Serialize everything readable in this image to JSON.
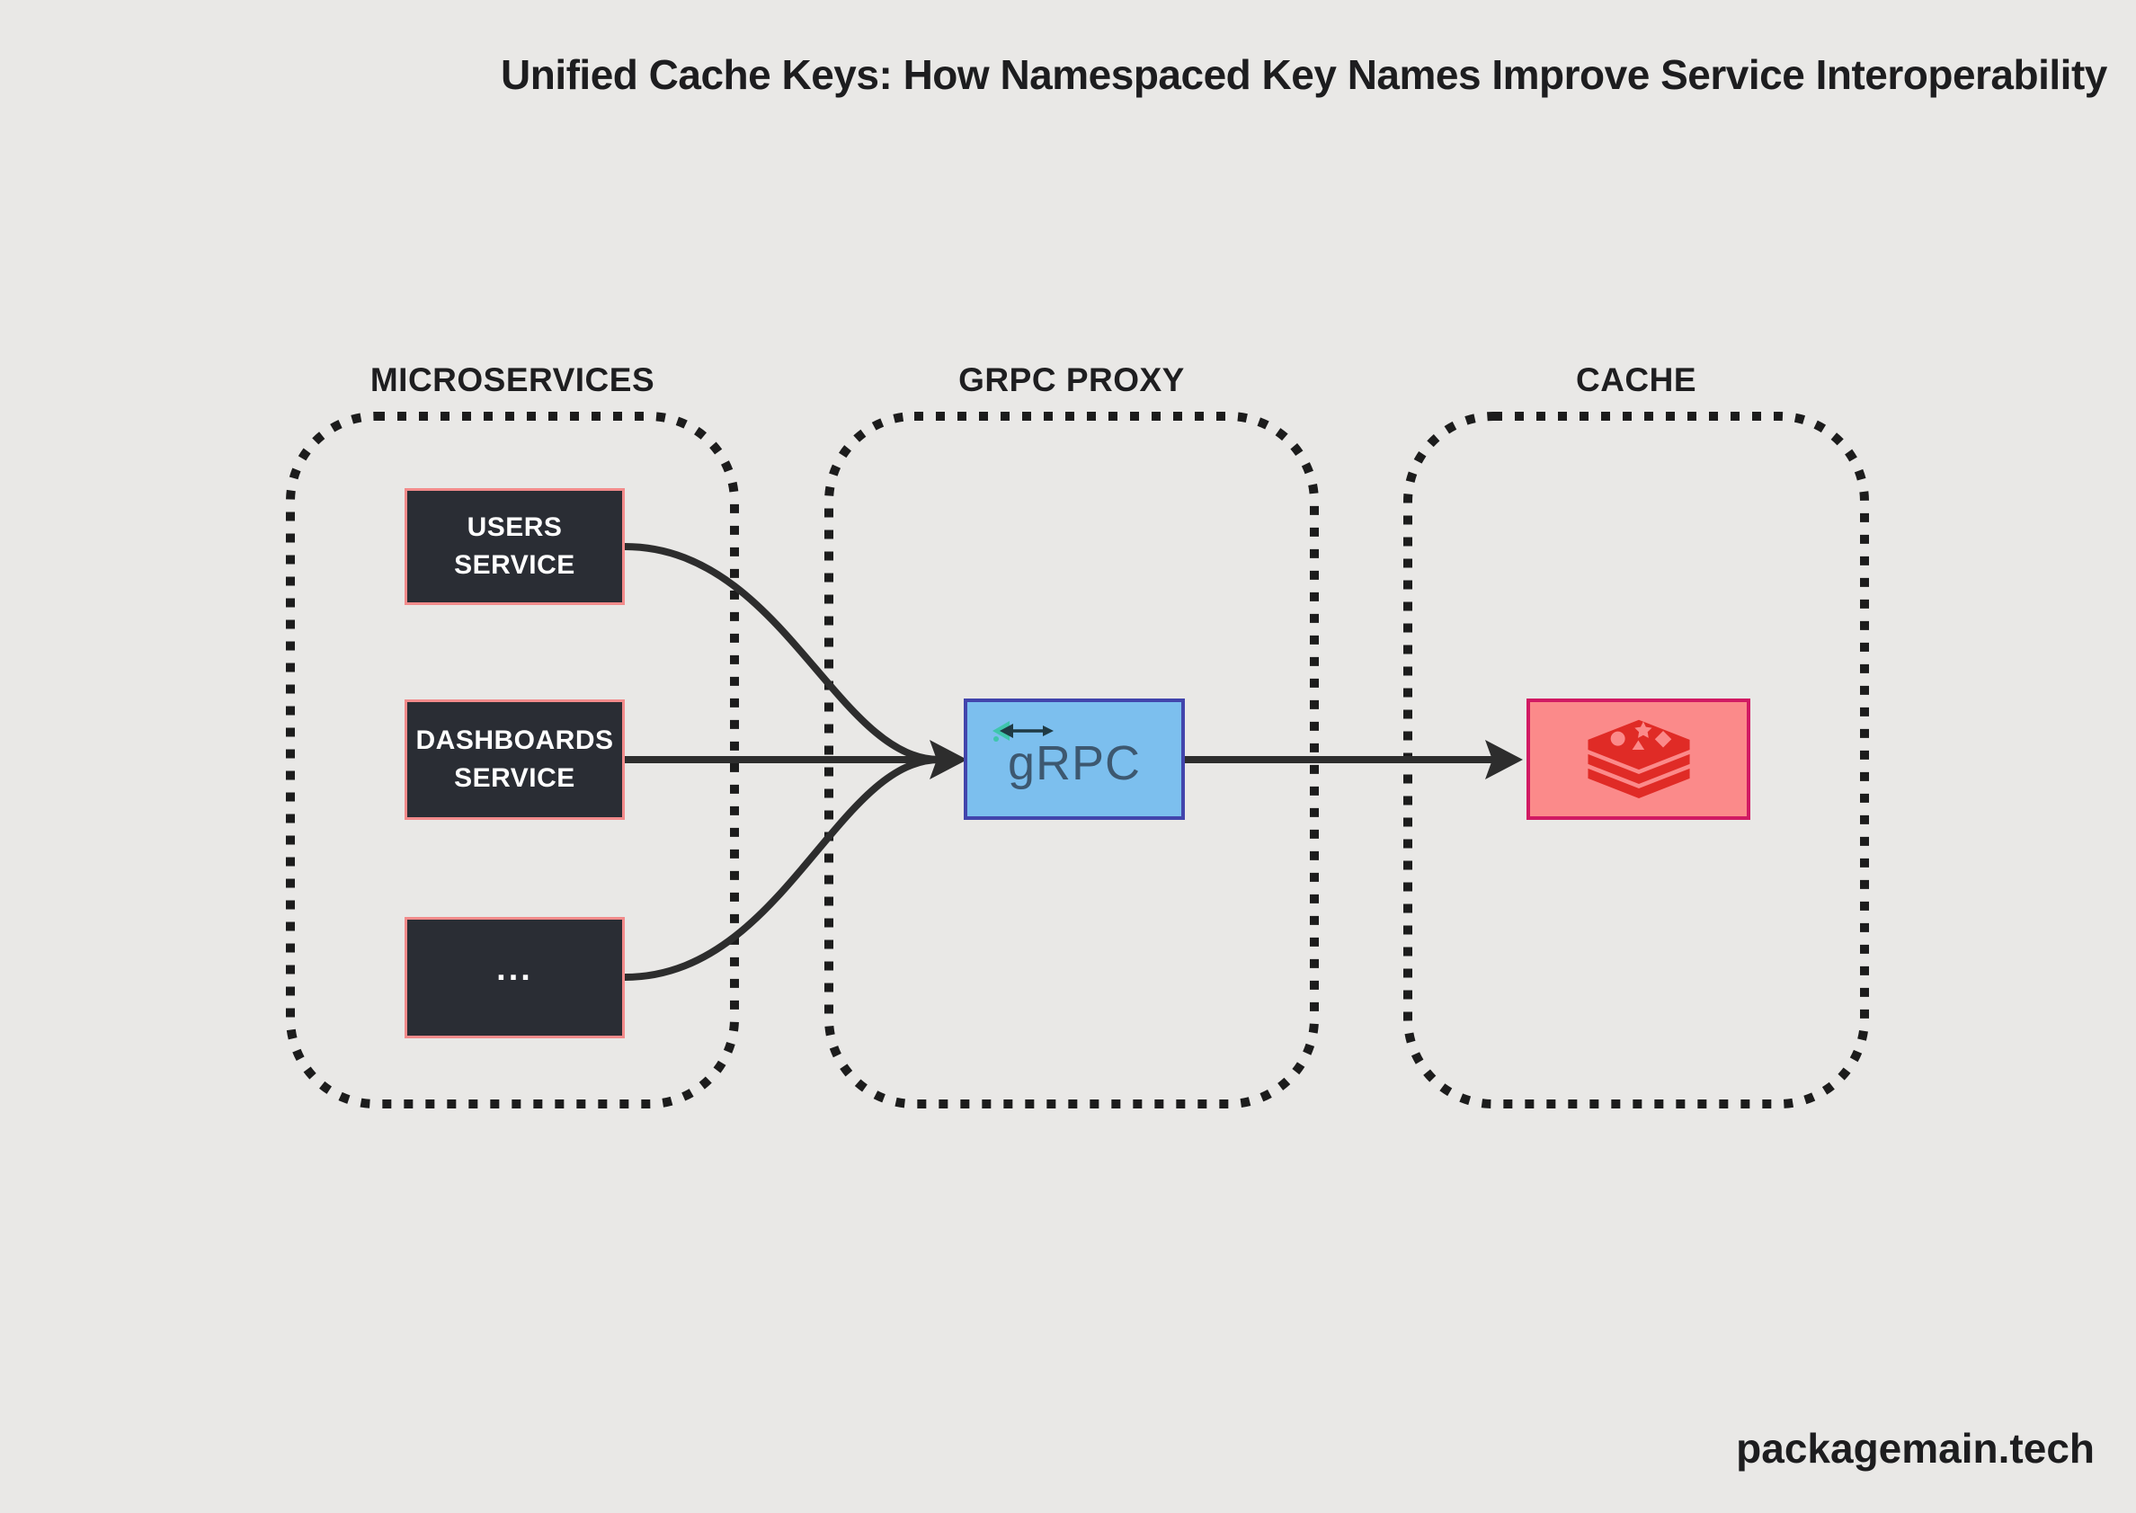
{
  "title": "Unified Cache Keys: How Namespaced Key Names Improve Service Interoperability",
  "footer": "packagemain.tech",
  "sections": [
    {
      "label": "MICROSERVICES",
      "nodes": [
        {
          "lines": [
            "USERS",
            "SERVICE"
          ]
        },
        {
          "lines": [
            "DASHBOARDS",
            "SERVICE"
          ]
        },
        {
          "lines": [
            "..."
          ]
        }
      ]
    },
    {
      "label": "GRPC PROXY",
      "nodes": [
        {
          "wordmark": "gRPC",
          "icon": "grpc-logo"
        }
      ]
    },
    {
      "label": "CACHE",
      "nodes": [
        {
          "icon": "redis-logo"
        }
      ]
    }
  ],
  "colors": {
    "background": "#e9e8e6",
    "text": "#1d1d1f",
    "container_border": "#1c1c1c",
    "arrow": "#2d2d2d",
    "service_box_fill": "#2a2d34",
    "service_box_border": "#f28b8b",
    "grpc_box_fill": "#7cbfee",
    "grpc_box_border": "#4245ac",
    "grpc_wordmark_color": "#3d5870",
    "grpc_accent_teal": "#3fc6ad",
    "redis_box_fill": "#fb8a8a",
    "redis_box_border": "#d11a63",
    "redis_logo_red": "#e02b26"
  }
}
